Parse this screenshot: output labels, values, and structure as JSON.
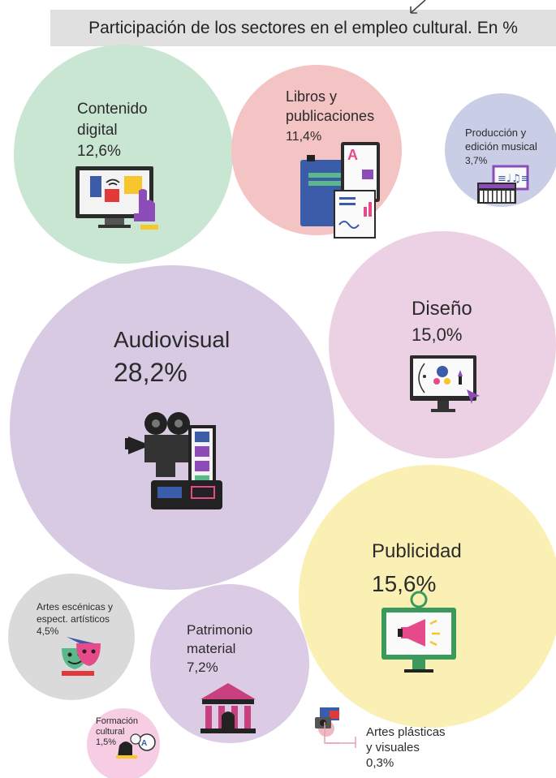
{
  "title": "Participación de los sectores en el empleo cultural. En %",
  "chart_data": {
    "type": "bubble",
    "title": "Participación de los sectores en el empleo cultural. En %",
    "unit": "%",
    "items": [
      {
        "name": "Contenido digital",
        "label_lines": [
          "Contenido",
          "digital"
        ],
        "value": 12.6,
        "value_label": "12,6%",
        "color": "#c9e6d3",
        "icon": "monitor-touch-icon"
      },
      {
        "name": "Libros y publicaciones",
        "label_lines": [
          "Libros y",
          "publicaciones"
        ],
        "value": 11.4,
        "value_label": "11,4%",
        "color": "#f4c3c3",
        "icon": "book-document-icon"
      },
      {
        "name": "Producción y edición musical",
        "label_lines": [
          "Producción y",
          "edición musical"
        ],
        "value": 3.7,
        "value_label": "3,7%",
        "color": "#c9cde6",
        "icon": "keyboard-score-icon"
      },
      {
        "name": "Audiovisual",
        "label_lines": [
          "Audiovisual"
        ],
        "value": 28.2,
        "value_label": "28,2%",
        "color": "#d9cae3",
        "icon": "film-camera-icon"
      },
      {
        "name": "Diseño",
        "label_lines": [
          "Diseño"
        ],
        "value": 15.0,
        "value_label": "15,0%",
        "color": "#ecd0e3",
        "icon": "design-monitor-icon"
      },
      {
        "name": "Publicidad",
        "label_lines": [
          "Publicidad"
        ],
        "value": 15.6,
        "value_label": "15,6%",
        "color": "#fbf0b3",
        "icon": "megaphone-screen-icon"
      },
      {
        "name": "Artes escénicas y espect. artísticos",
        "label_lines": [
          "Artes escénicas y",
          "espect. artísticos"
        ],
        "value": 4.5,
        "value_label": "4,5%",
        "color": "#dadada",
        "icon": "theater-masks-icon"
      },
      {
        "name": "Patrimonio material",
        "label_lines": [
          "Patrimonio",
          "material"
        ],
        "value": 7.2,
        "value_label": "7,2%",
        "color": "#dccbe4",
        "icon": "museum-building-icon"
      },
      {
        "name": "Formación cultural",
        "label_lines": [
          "Formación",
          "cultural"
        ],
        "value": 1.5,
        "value_label": "1,5%",
        "color": "#f6cde3",
        "icon": "student-speech-icon"
      },
      {
        "name": "Artes plásticas y visuales",
        "label_lines": [
          "Artes plásticas",
          "y visuales"
        ],
        "value": 0.3,
        "value_label": "0,3%",
        "color": "#f0b8c3",
        "icon": "palette-camera-icon"
      }
    ]
  }
}
